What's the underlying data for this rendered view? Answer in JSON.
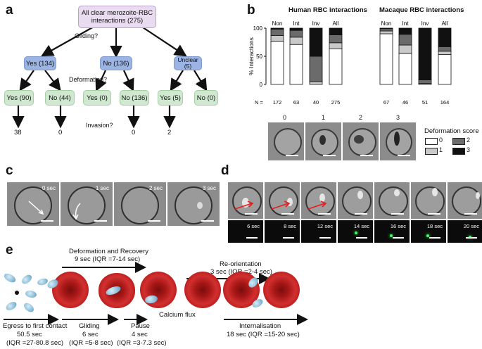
{
  "panels": {
    "a": "a",
    "b": "b",
    "c": "c",
    "d": "d",
    "e": "e"
  },
  "tree": {
    "root": "All clear merozoite-RBC interactions (275)",
    "q_gliding": "Gliding?",
    "q_deformation": "Deformation?",
    "q_invasion": "Invasion?",
    "level1": [
      "Yes (134)",
      "No (136)",
      "Unclear (5)"
    ],
    "level2": [
      "Yes (90)",
      "No (44)",
      "Yes (0)",
      "No (136)",
      "Yes (5)",
      "No (0)"
    ],
    "invasion_counts": [
      "38",
      "0",
      "0",
      "2"
    ]
  },
  "bar_panel": {
    "left_header": "Human RBC interactions",
    "right_header": "Macaque RBC interactions",
    "ylabel": "% Interactions",
    "n_label": "N =",
    "legend_title": "Deformation score",
    "legend_items": [
      "0",
      "1",
      "2",
      "3"
    ],
    "colors": {
      "0": "#ffffff",
      "1": "#c9c9c9",
      "2": "#6b6b6b",
      "3": "#111111"
    },
    "micro_scores": [
      "0",
      "1",
      "2",
      "3"
    ]
  },
  "chart_data": {
    "type": "bar",
    "stacked": true,
    "ylabel": "% Interactions",
    "ylim": [
      0,
      100
    ],
    "yticks": [
      0,
      50,
      100
    ],
    "groups": [
      {
        "name": "Human RBC interactions",
        "categories": [
          "Non",
          "Int",
          "Inv",
          "All"
        ],
        "n": [
          "172",
          "63",
          "40",
          "275"
        ]
      },
      {
        "name": "Macaque RBC interactions",
        "categories": [
          "Non",
          "Int",
          "Inv",
          "All"
        ],
        "n": [
          "67",
          "46",
          "51",
          "164"
        ]
      }
    ],
    "series": [
      {
        "name": "0",
        "values": [
          77,
          71,
          0,
          63,
          90,
          55,
          0,
          53
        ]
      },
      {
        "name": "1",
        "values": [
          10,
          13,
          5,
          11,
          5,
          15,
          2,
          6
        ]
      },
      {
        "name": "2",
        "values": [
          11,
          12,
          45,
          14,
          4,
          19,
          6,
          8
        ]
      },
      {
        "name": "3",
        "values": [
          2,
          4,
          50,
          12,
          1,
          11,
          92,
          33
        ]
      }
    ]
  },
  "panel_c": {
    "times": [
      "0 sec",
      "1 sec",
      "2 sec",
      "3 sec"
    ]
  },
  "panel_d": {
    "fluo_times": [
      "6 sec",
      "8 sec",
      "12 sec",
      "14 sec",
      "16 sec",
      "18 sec",
      "20 sec"
    ]
  },
  "panel_e": {
    "deformation_title": "Deformation and Recovery",
    "deformation_time": "9 sec (IQR =7-14 sec)",
    "reorientation_title": "Re-orientation",
    "reorientation_time": "3 sec (IQR =2-4 sec)",
    "calcium": "Calcium flux",
    "egress_title": "Egress to first contact",
    "egress_time1": "50.5 sec",
    "egress_time2": "(IQR =27-80.8 sec)",
    "gliding_title": "Gliding",
    "gliding_time1": "6 sec",
    "gliding_time2": "(IQR =5-8 sec)",
    "pause_title": "Pause",
    "pause_time1": "4 sec",
    "pause_time2": "(IQR =3-7.3 sec)",
    "internal_title": "Internalisation",
    "internal_time": "18 sec (IQR =15-20 sec)"
  }
}
